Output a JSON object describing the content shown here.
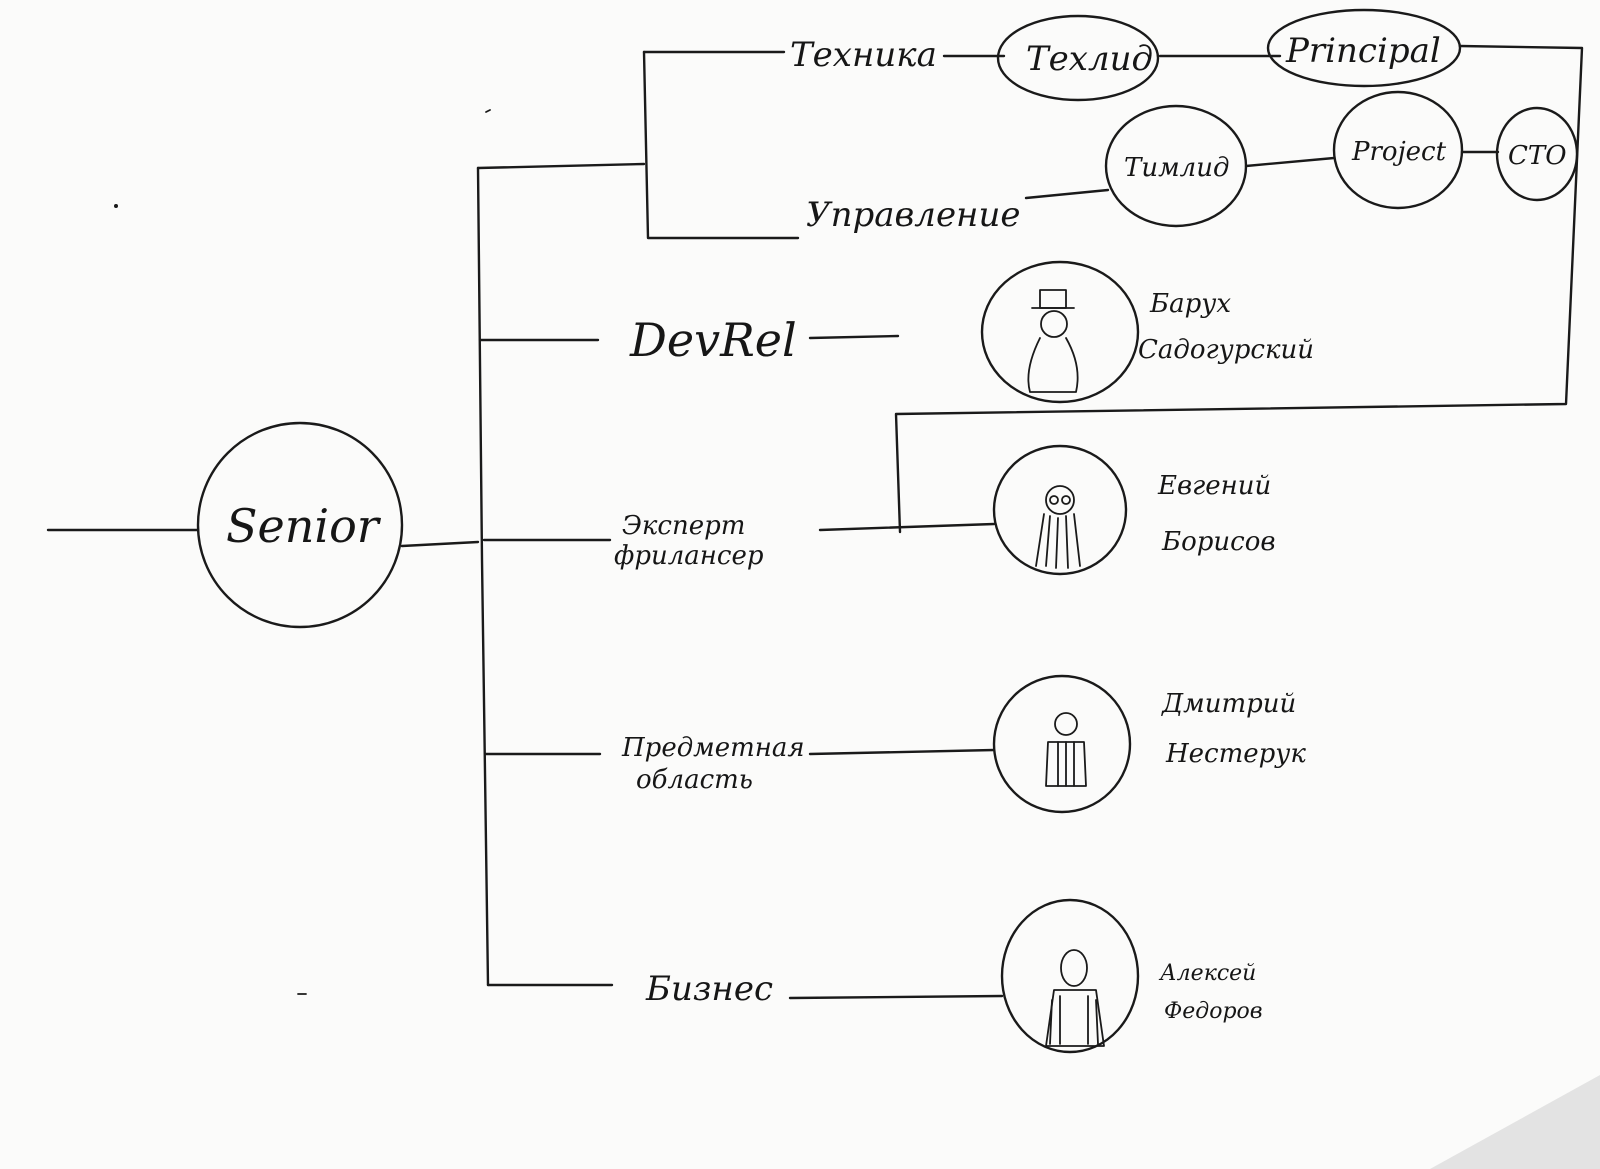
{
  "root": {
    "label": "Senior"
  },
  "branches": {
    "technical": {
      "label": "Техника",
      "steps": [
        "Техлид",
        "Principal"
      ]
    },
    "management": {
      "label": "Управление",
      "steps": [
        "Тимлид",
        "Project",
        "CTO"
      ]
    },
    "devrel": {
      "label": "DevRel",
      "person_first": "Барух",
      "person_last": "Садогурский"
    },
    "expert": {
      "label_line1": "Эксперт",
      "label_line2": "фрилансер",
      "person_first": "Евгений",
      "person_last": "Борисов"
    },
    "domain": {
      "label_line1": "Предметная",
      "label_line2": "область",
      "person_first": "Дмитрий",
      "person_last": "Нестерук"
    },
    "business": {
      "label": "Бизнес",
      "person_first": "Алексей",
      "person_last": "Федоров"
    }
  },
  "colors": {
    "ink": "#1a1a1a",
    "paper": "#fbfbfa"
  }
}
